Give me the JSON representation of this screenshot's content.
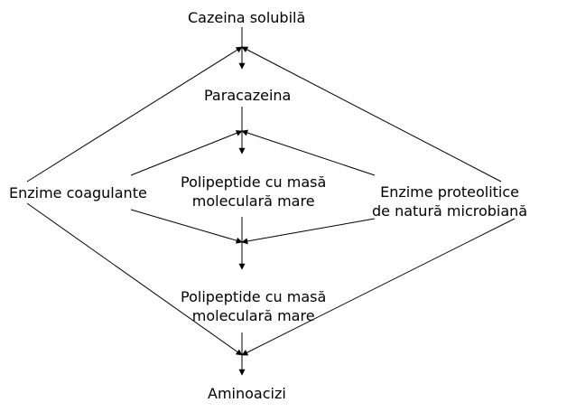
{
  "diagram": {
    "nodes": {
      "casein": {
        "lines": [
          "Cazeina solubilă"
        ]
      },
      "paracasein": {
        "lines": [
          "Paracazeina"
        ]
      },
      "hmw_peptides": {
        "lines": [
          "Polipeptide cu masă",
          "moleculară mare"
        ]
      },
      "peptides_lower": {
        "lines": [
          "Polipeptide cu masă",
          "moleculară mare"
        ]
      },
      "amino_acids": {
        "lines": [
          "Aminoacizi"
        ]
      },
      "coag_enzymes": {
        "lines": [
          "Enzime coagulante"
        ]
      },
      "proteolytic_enzymes": {
        "lines": [
          "Enzime proteolitice",
          "de natură microbiană"
        ]
      }
    },
    "line_color": "#000000"
  }
}
